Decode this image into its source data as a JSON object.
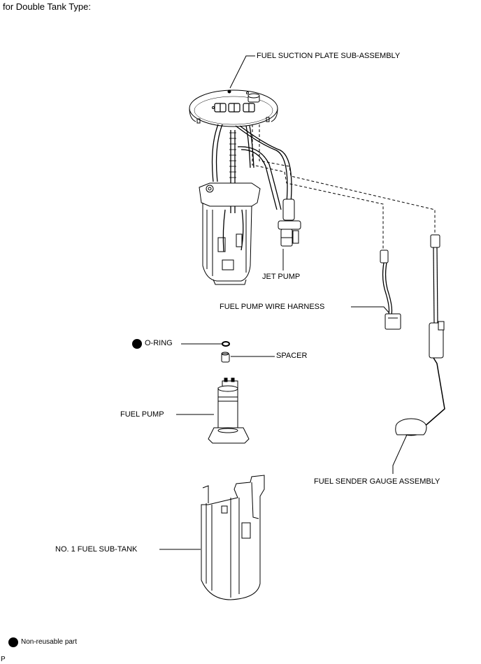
{
  "header": {
    "title": "for Double Tank Type:"
  },
  "labels": {
    "suction_plate": "FUEL SUCTION PLATE SUB-ASSEMBLY",
    "jet_pump": "JET PUMP",
    "wire_harness": "FUEL PUMP WIRE HARNESS",
    "o_ring": "O-RING",
    "spacer": "SPACER",
    "fuel_pump": "FUEL PUMP",
    "sender_gauge": "FUEL SENDER GAUGE ASSEMBLY",
    "sub_tank": "NO. 1 FUEL SUB-TANK"
  },
  "legend": {
    "non_reusable": "Non-reusable part"
  },
  "footer": {
    "code": "P"
  }
}
